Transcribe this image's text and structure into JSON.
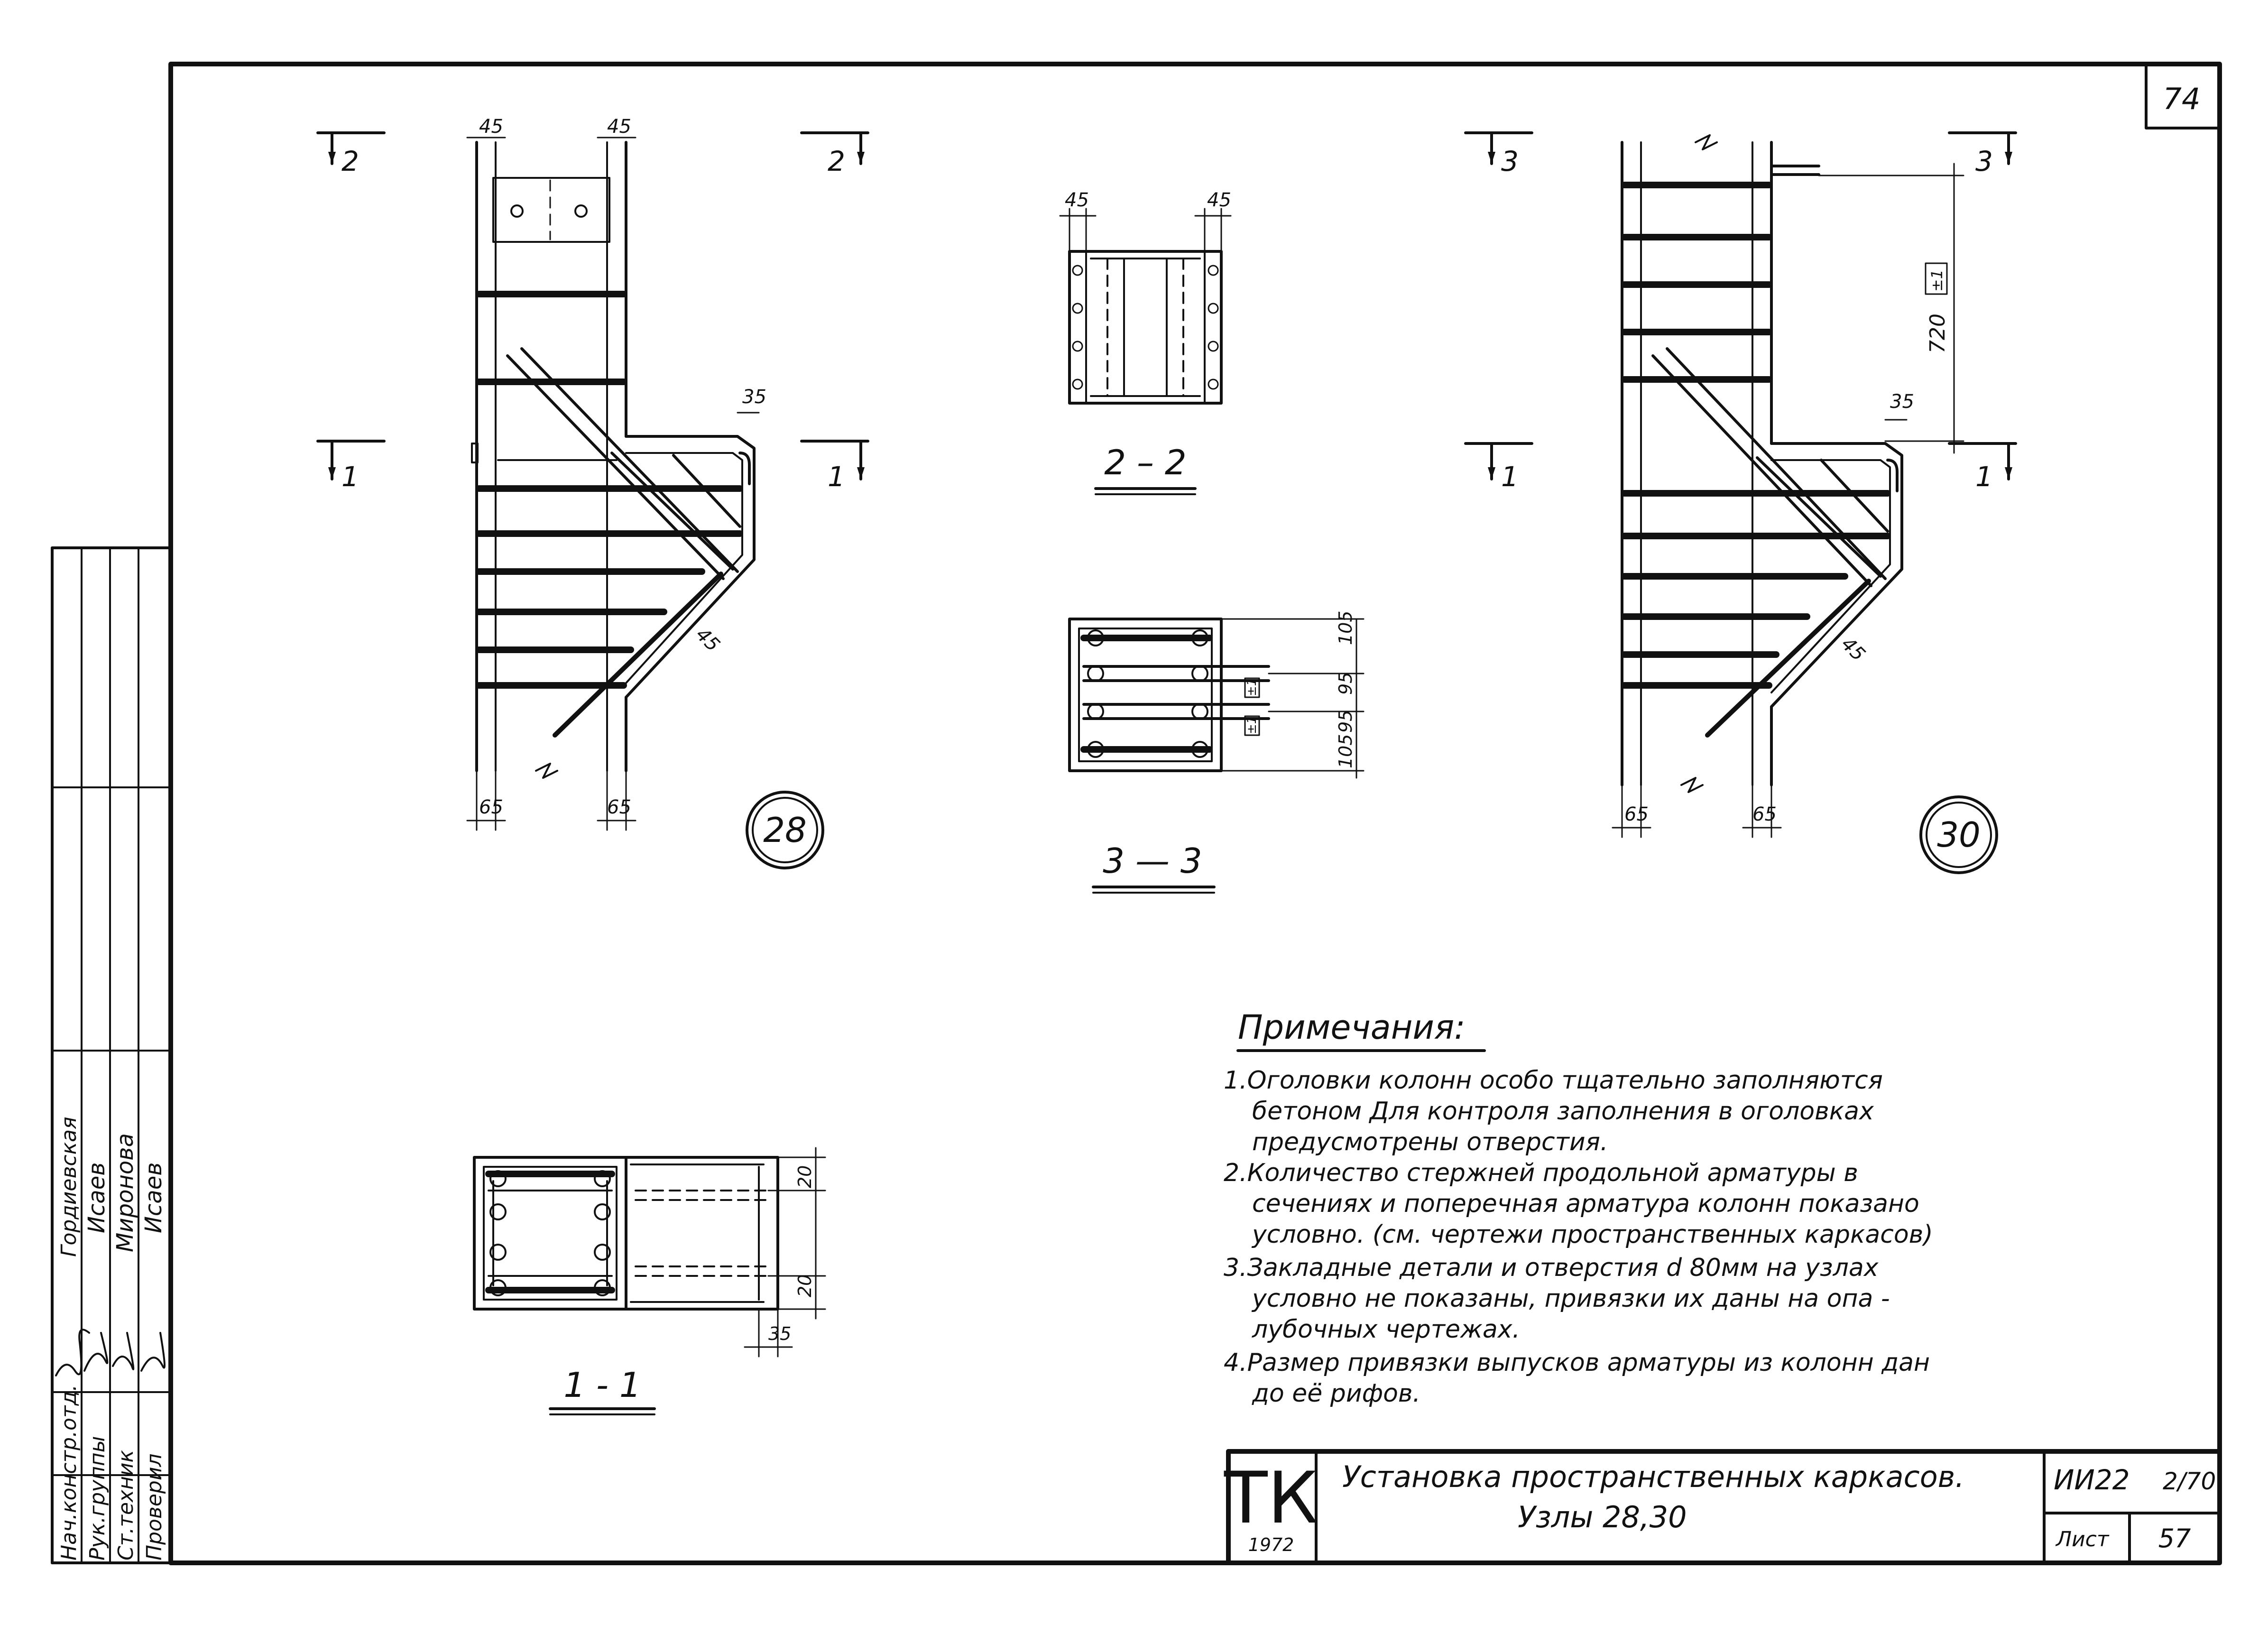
{
  "sheet": {
    "sheet_corner_number": "74",
    "title_block": {
      "logo": "ТК",
      "year": "1972",
      "title_line1": "Установка пространственных каркасов.",
      "title_line2": "Узлы 28,30",
      "series": "ИИ22",
      "series_fraction": "2/70",
      "sheet_label": "Лист",
      "sheet_number": "57"
    },
    "signature_block": {
      "roles": [
        "Нач.констр.отд.",
        "Рук.группы",
        "Ст.техник",
        "Проверил"
      ],
      "names": [
        "Гордиевская",
        "Исаев",
        "Миронова",
        "Исаев"
      ]
    }
  },
  "drawings": {
    "node28": {
      "label": "28",
      "cut2_left": "2",
      "cut2_right": "2",
      "cut1_left": "1",
      "cut1_right": "1",
      "dim_top_left": "45",
      "dim_top_right": "45",
      "dim_bottom_left": "65",
      "dim_bottom_right": "65",
      "dim_bracket": "35",
      "dim_diag": "45"
    },
    "node30": {
      "label": "30",
      "cut3_left": "3",
      "cut3_right": "3",
      "cut1_left": "1",
      "cut1_right": "1",
      "dim_height": "720",
      "dim_height_tol": "±1",
      "dim_bracket": "35",
      "dim_diag": "45",
      "dim_bottom_left": "65",
      "dim_bottom_right": "65"
    },
    "section22": {
      "label": "2 – 2",
      "dim_left": "45",
      "dim_right": "45"
    },
    "section33": {
      "label": "3 — 3",
      "dims": [
        "105",
        "95",
        "95",
        "105"
      ],
      "tolerances": [
        "±1",
        "±1"
      ]
    },
    "section11": {
      "label": "1 - 1",
      "dim_top": "20",
      "dim_mid": "20",
      "dim_bottom": "35"
    }
  },
  "notes": {
    "heading": "Примечания:",
    "lines": [
      "1.Оголовки колонн особо тщательно заполняются",
      "бетоном Для контроля заполнения в оголовках",
      "предусмотрены отверстия.",
      "2.Количество стержней продольной арматуры в",
      "сечениях и поперечная арматура колонн показано",
      "условно. (см. чертежи пространственных каркасов)",
      "3.Закладные детали и отверстия d 80мм на узлах",
      "условно не показаны, привязки их даны на опа -",
      "лубочных чертежах.",
      "4.Размер привязки выпусков арматуры из колонн дан",
      "до её рифов."
    ]
  }
}
